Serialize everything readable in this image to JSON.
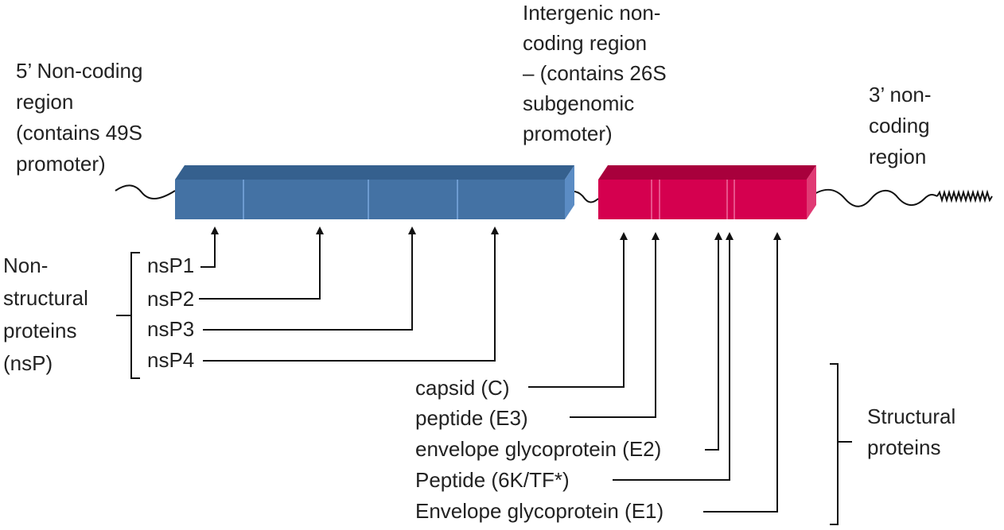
{
  "five_prime": {
    "lines": [
      "5’ Non-coding",
      "region",
      "(contains 49S",
      "promoter)"
    ]
  },
  "intergenic": {
    "lines": [
      "Intergenic non-",
      "coding region",
      "– (contains 26S",
      "subgenomic",
      "promoter)"
    ]
  },
  "three_prime": {
    "lines": [
      "3’ non-",
      "coding",
      "region"
    ]
  },
  "nonstructural_group": {
    "lines": [
      "Non-",
      "structural",
      "proteins",
      "(nsP)"
    ]
  },
  "nsp_labels": [
    "nsP1",
    "nsP2",
    "nsP3",
    "nsP4"
  ],
  "structural_labels": [
    "capsid (C)",
    "peptide (E3)",
    "envelope glycoprotein (E2)",
    "Peptide (6K/TF*)",
    "Envelope glycoprotein (E1)"
  ],
  "structural_group": {
    "lines": [
      "Structural",
      "proteins"
    ]
  },
  "colors": {
    "nonstructural_block": "#4472a4",
    "nonstructural_top": "#35608e",
    "nonstructural_side": "#5b8cc4",
    "structural_block": "#d5004f",
    "structural_top": "#a8003c",
    "structural_side": "#e03a74"
  }
}
